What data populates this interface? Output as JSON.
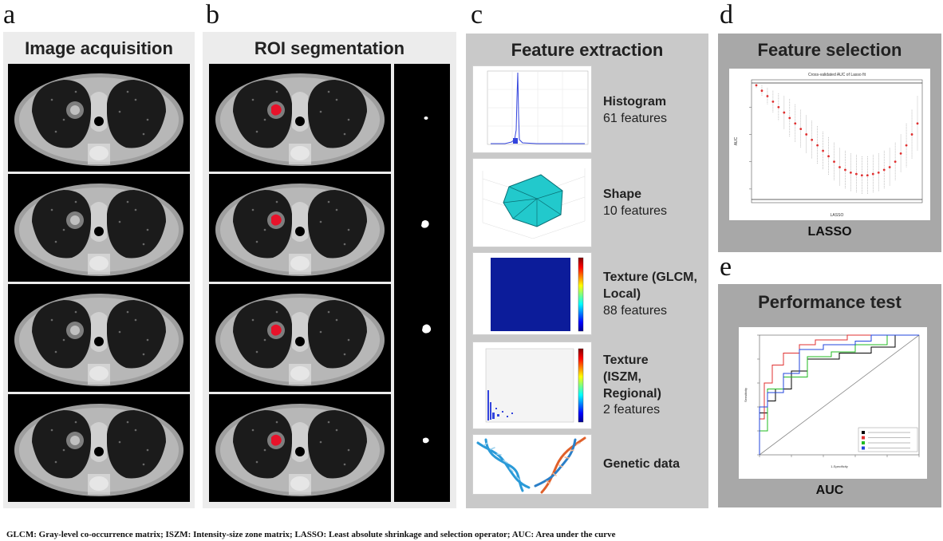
{
  "panels": {
    "a": {
      "letter": "a",
      "title": "Image acquisition"
    },
    "b": {
      "letter": "b",
      "title": "ROI segmentation"
    },
    "c": {
      "letter": "c",
      "title": "Feature extraction",
      "features": [
        {
          "name": "Histogram",
          "count": "61 features"
        },
        {
          "name": "Shape",
          "count": "10 features"
        },
        {
          "name": "Texture (GLCM, Local)",
          "count": "88 features"
        },
        {
          "name": "Texture (ISZM, Regional)",
          "count": "2 features"
        },
        {
          "name": "Genetic data",
          "count": ""
        }
      ]
    },
    "d": {
      "letter": "d",
      "title": "Feature selection",
      "caption": "LASSO",
      "chart_data": {
        "type": "scatter",
        "title": "Cross-validated AUC of Lasso fit",
        "xlabel": "LASSO",
        "ylabel": "AUC",
        "x": [
          1,
          2,
          3,
          4,
          5,
          6,
          7,
          8,
          9,
          10,
          11,
          12,
          13,
          14,
          15,
          16,
          17,
          18,
          19,
          20,
          21,
          22,
          23,
          24,
          25,
          26,
          27,
          28,
          29,
          30
        ],
        "y": [
          0.83,
          0.81,
          0.79,
          0.77,
          0.75,
          0.73,
          0.71,
          0.69,
          0.67,
          0.65,
          0.63,
          0.61,
          0.59,
          0.57,
          0.55,
          0.53,
          0.52,
          0.51,
          0.505,
          0.5,
          0.5,
          0.505,
          0.51,
          0.52,
          0.53,
          0.55,
          0.58,
          0.61,
          0.65,
          0.69
        ],
        "err": [
          0.01,
          0.02,
          0.03,
          0.04,
          0.05,
          0.06,
          0.07,
          0.07,
          0.07,
          0.07,
          0.07,
          0.07,
          0.07,
          0.07,
          0.07,
          0.07,
          0.07,
          0.07,
          0.07,
          0.07,
          0.07,
          0.07,
          0.07,
          0.07,
          0.07,
          0.07,
          0.07,
          0.08,
          0.09,
          0.1
        ]
      }
    },
    "e": {
      "letter": "e",
      "title": "Performance test",
      "caption": "AUC",
      "chart_data": {
        "type": "line",
        "xlabel": "1-Specificity",
        "ylabel": "Sensitivity",
        "xlim": [
          0,
          1
        ],
        "ylim": [
          0,
          1
        ],
        "series": [
          {
            "color": "#000000",
            "x": [
              0,
              0,
              0.05,
              0.05,
              0.1,
              0.1,
              0.2,
              0.2,
              0.3,
              0.3,
              0.5,
              0.5,
              0.7,
              0.7,
              0.85,
              0.85,
              1
            ],
            "y": [
              0,
              0.35,
              0.35,
              0.45,
              0.45,
              0.55,
              0.55,
              0.7,
              0.7,
              0.8,
              0.8,
              0.85,
              0.85,
              0.9,
              0.9,
              1,
              1
            ]
          },
          {
            "color": "#e03030",
            "x": [
              0,
              0,
              0.03,
              0.03,
              0.08,
              0.08,
              0.15,
              0.15,
              0.25,
              0.25,
              0.35,
              0.35,
              0.55,
              0.55,
              0.75,
              0.75,
              1
            ],
            "y": [
              0,
              0.3,
              0.3,
              0.6,
              0.6,
              0.75,
              0.75,
              0.85,
              0.85,
              0.92,
              0.92,
              0.96,
              0.96,
              1,
              1,
              1,
              1
            ]
          },
          {
            "color": "#22bb22",
            "x": [
              0,
              0,
              0.05,
              0.05,
              0.15,
              0.15,
              0.3,
              0.3,
              0.45,
              0.45,
              0.6,
              0.6,
              0.8,
              0.8,
              1
            ],
            "y": [
              0,
              0.2,
              0.2,
              0.55,
              0.55,
              0.65,
              0.65,
              0.82,
              0.82,
              0.86,
              0.86,
              0.92,
              0.92,
              1,
              1
            ]
          },
          {
            "color": "#2244dd",
            "x": [
              0,
              0,
              0.05,
              0.05,
              0.15,
              0.15,
              0.25,
              0.25,
              0.4,
              0.4,
              0.6,
              0.6,
              0.7,
              0.7,
              1
            ],
            "y": [
              0,
              0.4,
              0.4,
              0.52,
              0.52,
              0.68,
              0.68,
              0.88,
              0.88,
              0.92,
              0.92,
              0.95,
              0.95,
              1,
              1
            ]
          }
        ]
      }
    }
  },
  "footnote": "GLCM: Gray-level co-occurrence matrix; ISZM: Intensity-size zone matrix; LASSO: Least absolute shrinkage and selection operator; AUC: Area under the curve",
  "colors": {
    "panel_bg": "#ececec",
    "panel_c_bg": "#c9c9c9",
    "panel_de_bg": "#a8a8a8",
    "roi": "#e8122a"
  }
}
